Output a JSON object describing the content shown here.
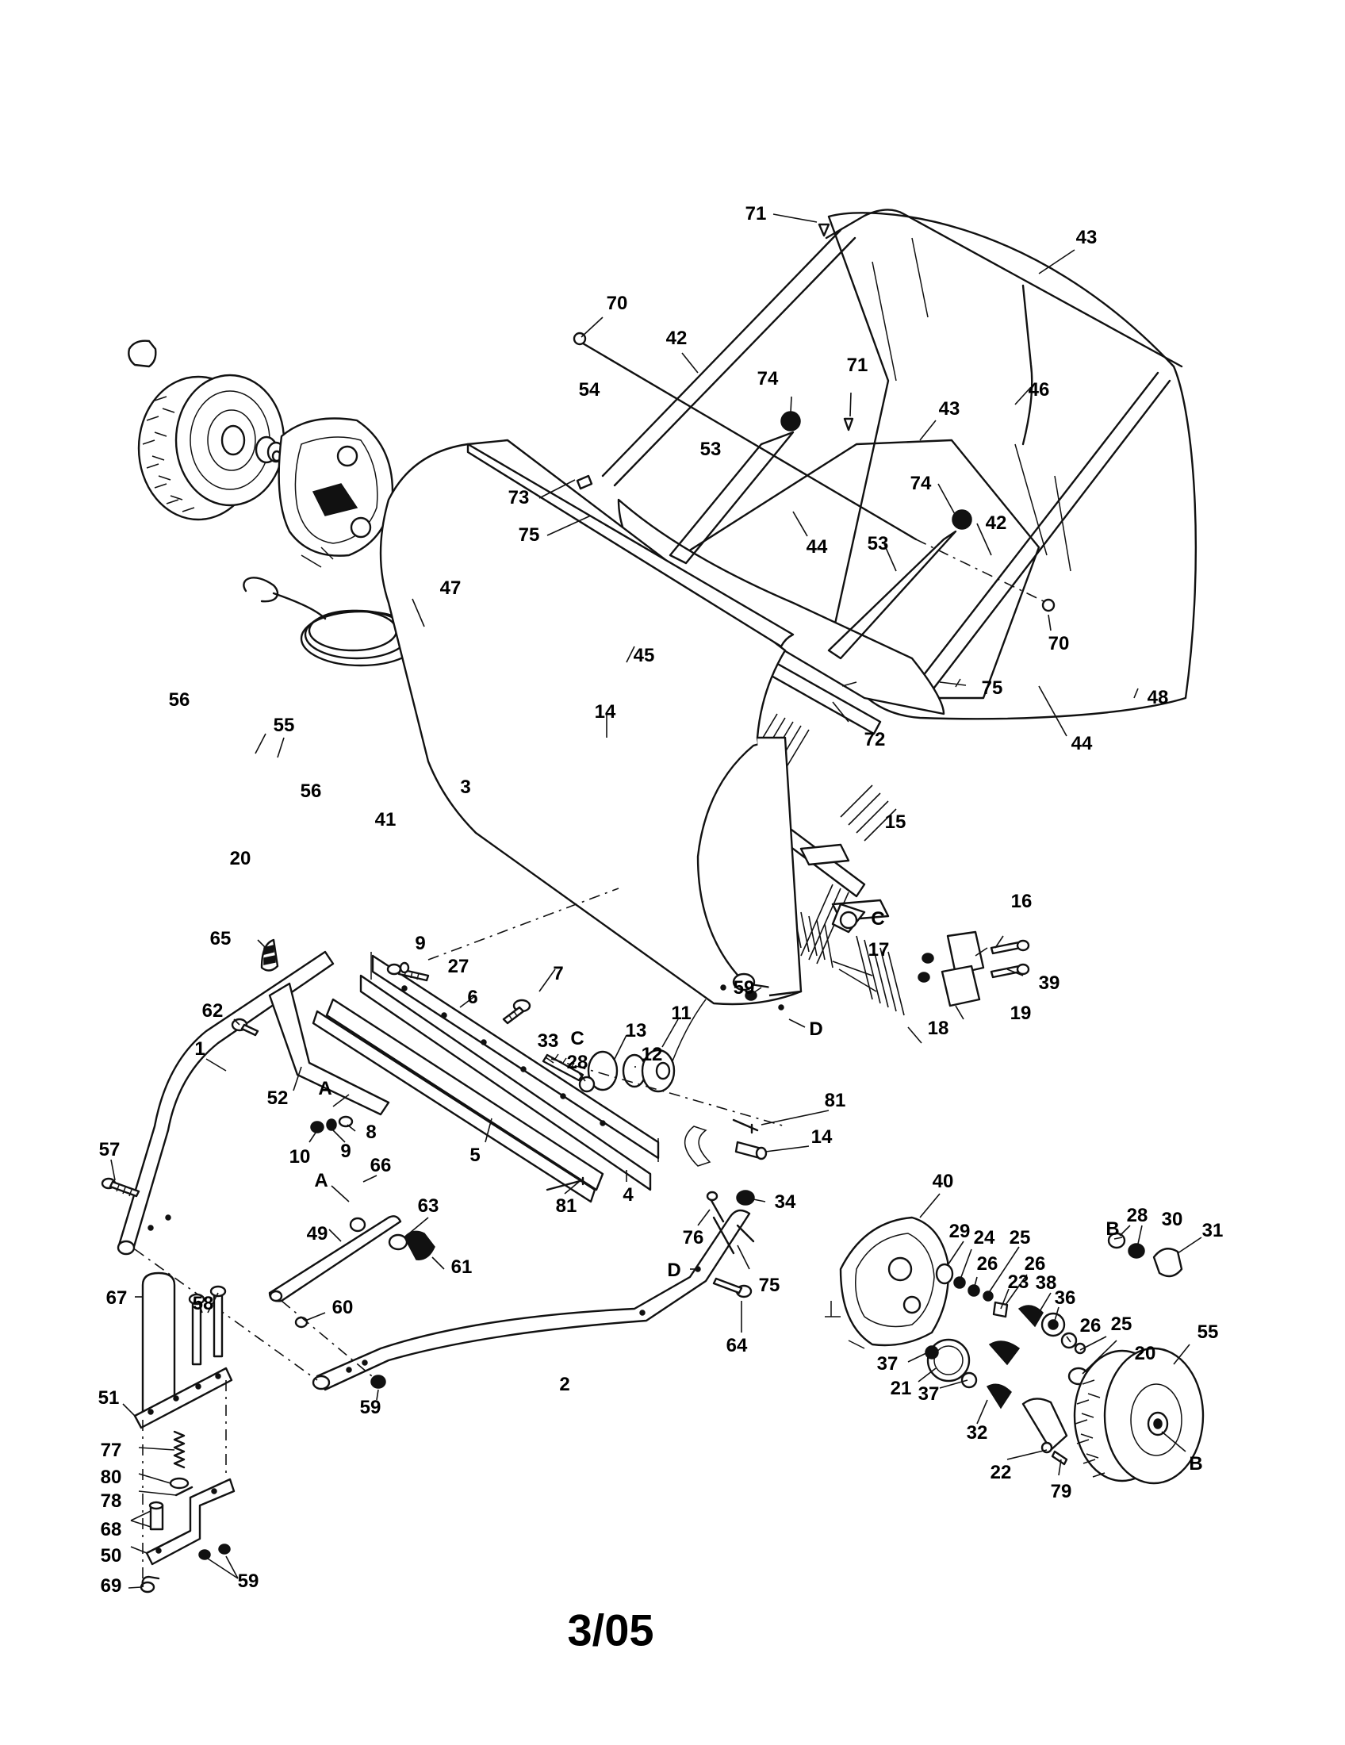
{
  "diagram": {
    "page_number": "3/05",
    "callouts": [
      "71",
      "43",
      "70",
      "42",
      "54",
      "74",
      "71",
      "46",
      "43",
      "53",
      "74",
      "73",
      "75",
      "44",
      "53",
      "42",
      "70",
      "47",
      "45",
      "75",
      "48",
      "14",
      "56",
      "55",
      "72",
      "44",
      "3",
      "41",
      "15",
      "56",
      "20",
      "C",
      "16",
      "65",
      "9",
      "27",
      "17",
      "39",
      "7",
      "59",
      "62",
      "6",
      "13",
      "D",
      "19",
      "18",
      "11",
      "33",
      "C",
      "12",
      "1",
      "28",
      "52",
      "A",
      "8",
      "9",
      "10",
      "81",
      "57",
      "14",
      "5",
      "A",
      "66",
      "34",
      "40",
      "63",
      "4",
      "81",
      "76",
      "28",
      "49",
      "B",
      "30",
      "29",
      "24",
      "25",
      "31",
      "61",
      "26",
      "26",
      "D",
      "75",
      "23",
      "38",
      "36",
      "67",
      "60",
      "58",
      "64",
      "26",
      "25",
      "20",
      "55",
      "37",
      "21",
      "37",
      "2",
      "51",
      "59",
      "32",
      "B",
      "77",
      "22",
      "79",
      "80",
      "78",
      "68",
      "50",
      "59",
      "69"
    ]
  }
}
